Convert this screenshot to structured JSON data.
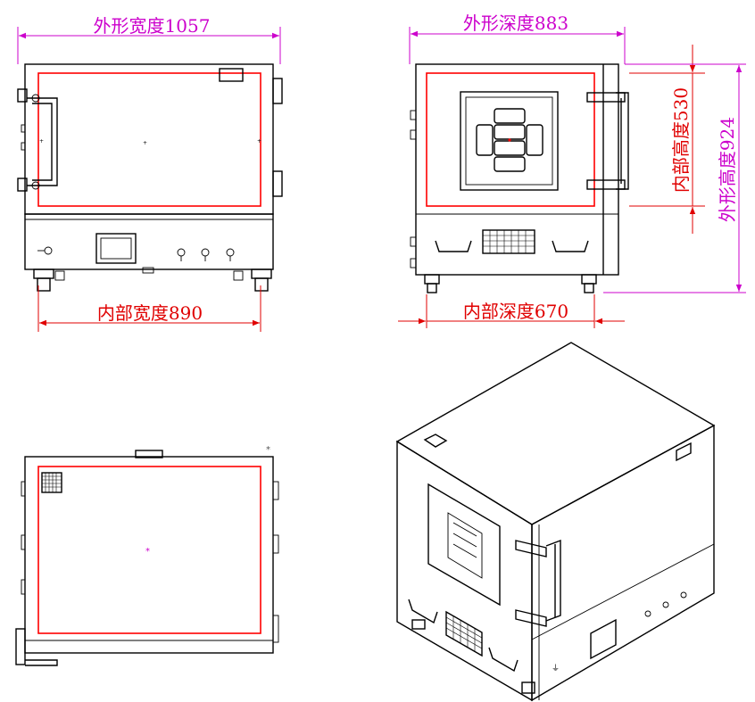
{
  "dimensions": {
    "outer_width": "外形宽度1057",
    "inner_width": "内部宽度890",
    "outer_depth": "外形深度883",
    "inner_depth": "内部深度670",
    "inner_height": "内部高度530",
    "outer_height": "外形高度924"
  },
  "colors": {
    "outer_dimension": "#cc00cc",
    "inner_dimension": "#e00000",
    "inner_cavity_outline": "#ff0000",
    "line_work": "#000000"
  },
  "views": [
    "front-view",
    "side-view",
    "top-view",
    "isometric-view"
  ]
}
